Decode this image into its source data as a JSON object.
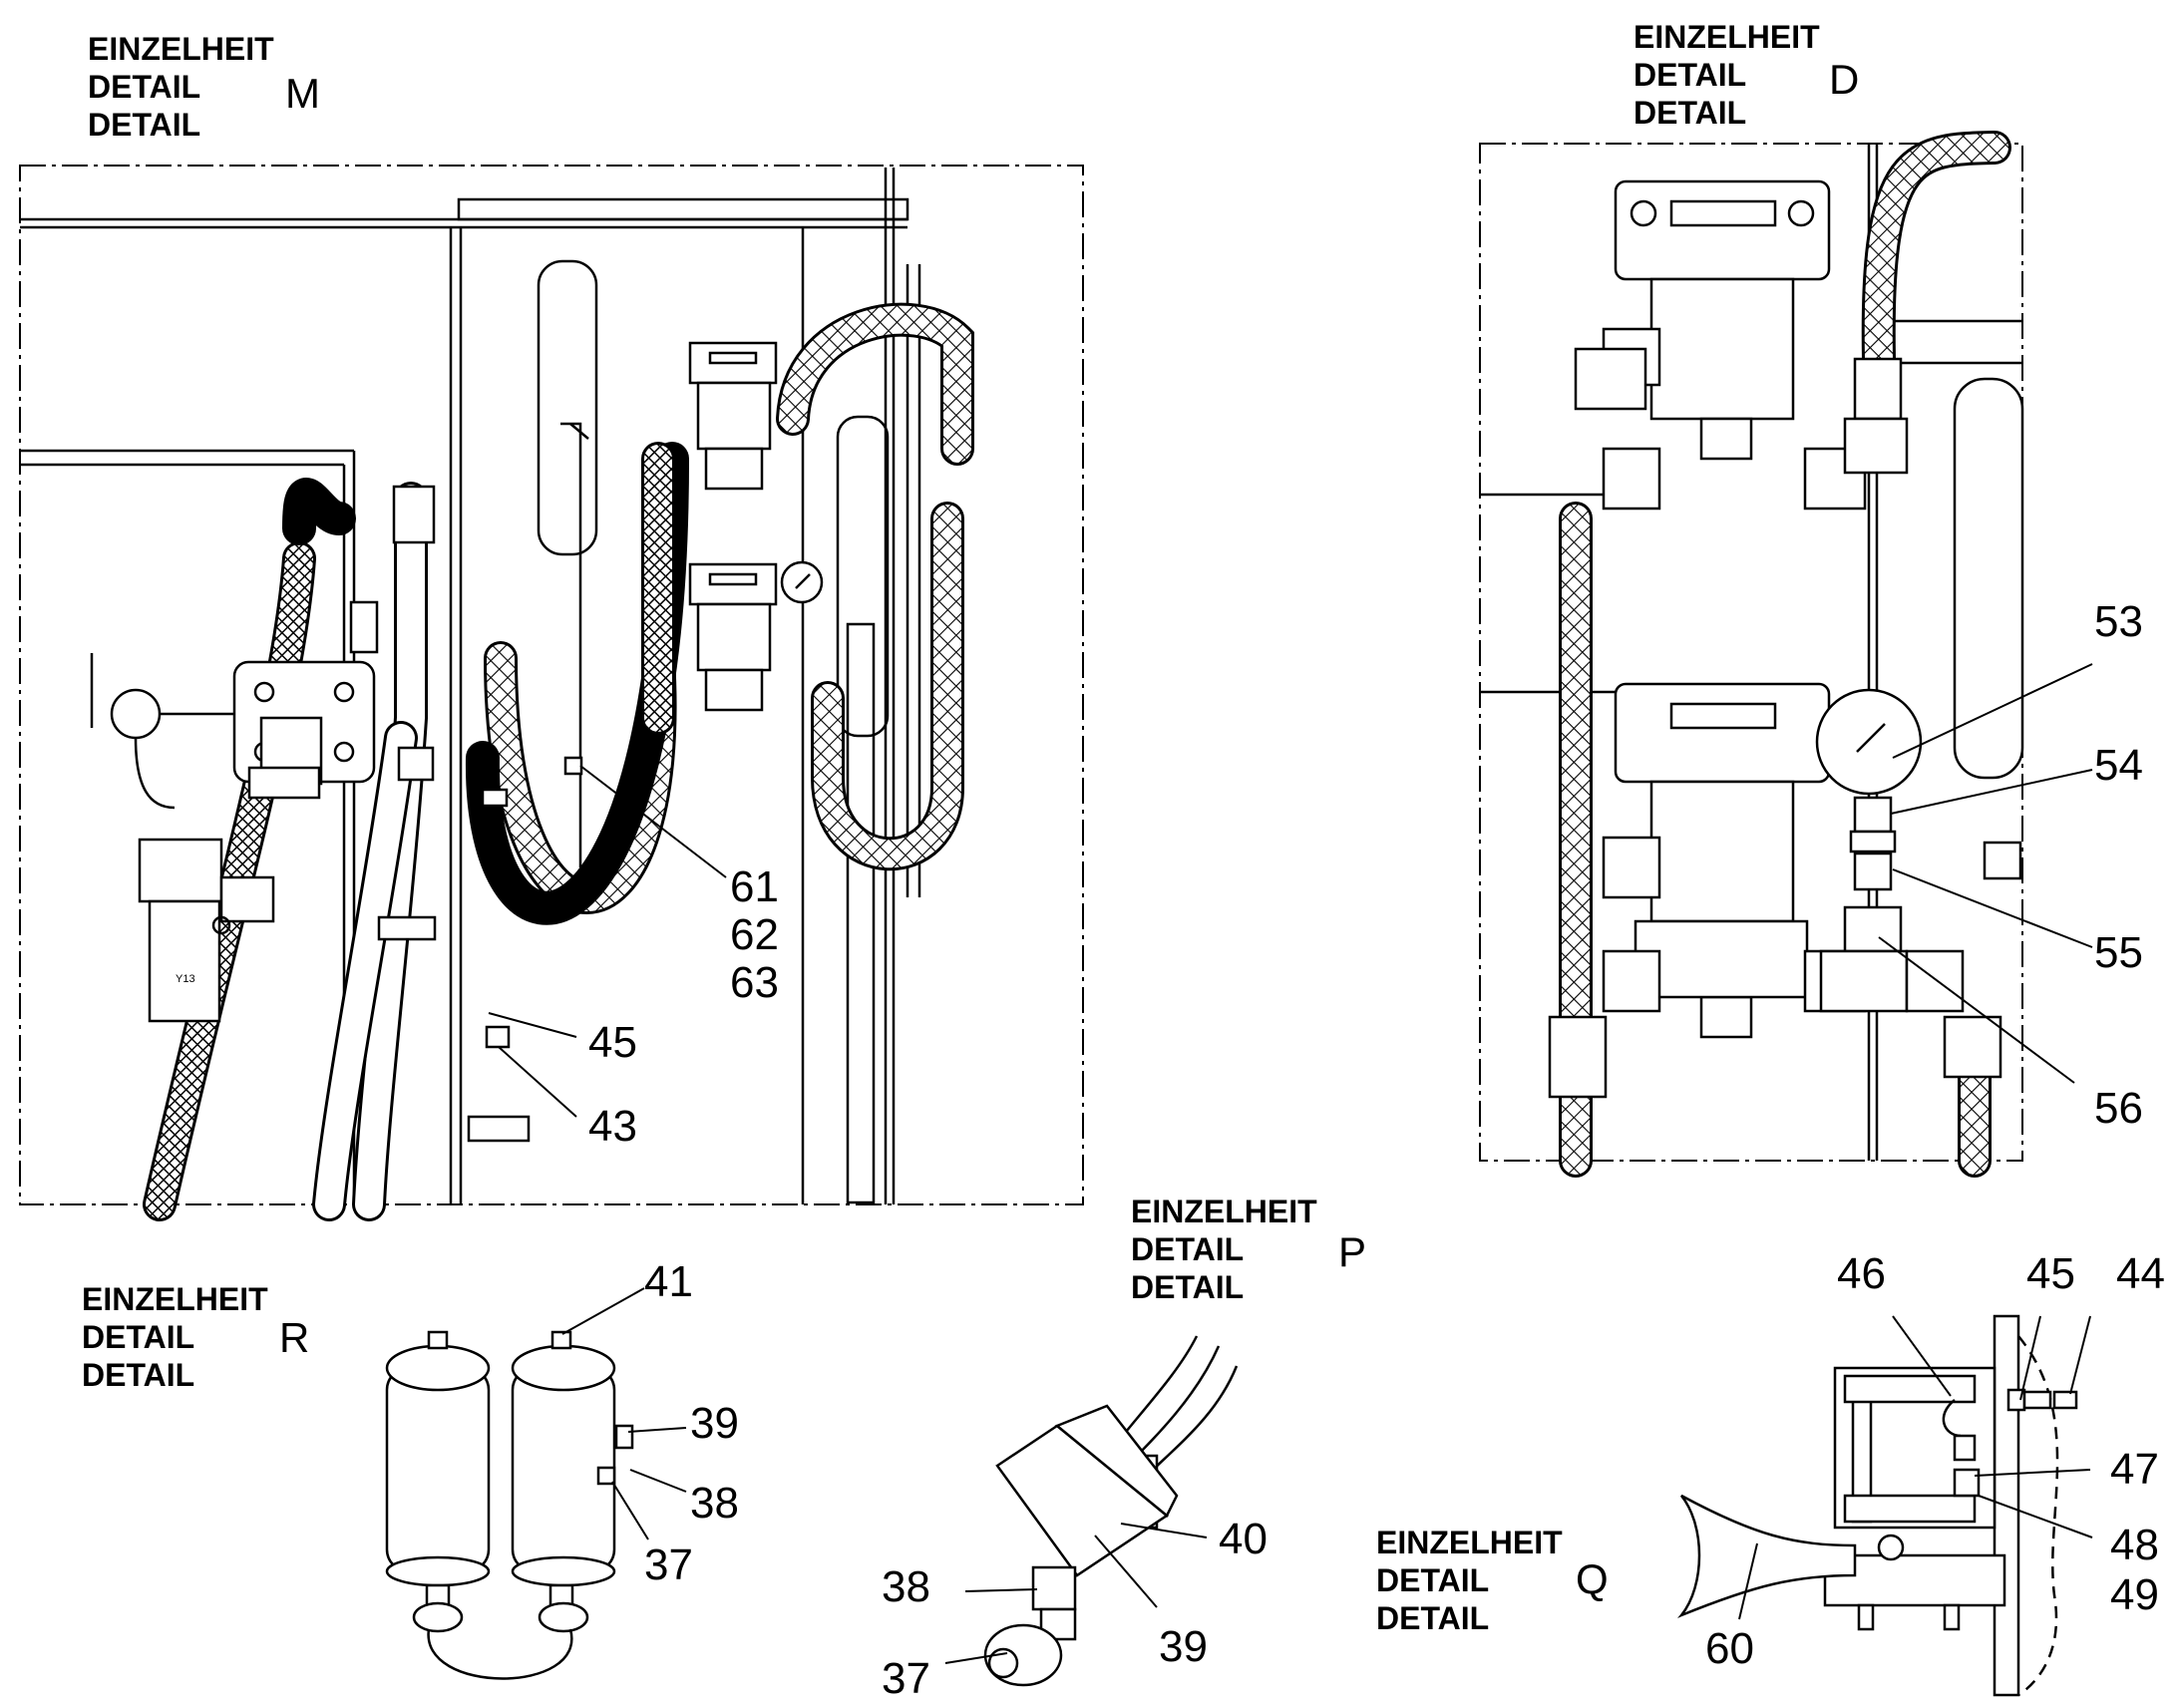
{
  "details": {
    "M": {
      "lines": [
        "EINZELHEIT",
        "DETAIL",
        "DETAIL"
      ],
      "letter": "M"
    },
    "D": {
      "lines": [
        "EINZELHEIT",
        "DETAIL",
        "DETAIL"
      ],
      "letter": "D"
    },
    "R": {
      "lines": [
        "EINZELHEIT",
        "DETAIL",
        "DETAIL"
      ],
      "letter": "R"
    },
    "P": {
      "lines": [
        "EINZELHEIT",
        "DETAIL",
        "DETAIL"
      ],
      "letter": "P"
    },
    "Q": {
      "lines": [
        "EINZELHEIT",
        "DETAIL",
        "DETAIL"
      ],
      "letter": "Q"
    }
  },
  "callouts": {
    "M": [
      "61",
      "62",
      "63",
      "45",
      "43"
    ],
    "D": [
      "53",
      "54",
      "55",
      "56"
    ],
    "R": [
      "41",
      "39",
      "38",
      "37"
    ],
    "P": [
      "40",
      "38",
      "39",
      "37"
    ],
    "Q": [
      "46",
      "45",
      "44",
      "47",
      "48",
      "49",
      "60"
    ]
  },
  "component_tag": "Y13",
  "icons": [
    "pressure-gauge-icon",
    "solenoid-valve-icon",
    "filter-canister-icon",
    "horn-icon",
    "braided-hose-icon"
  ],
  "colors": {
    "ink": "#000000",
    "paper": "#ffffff"
  }
}
